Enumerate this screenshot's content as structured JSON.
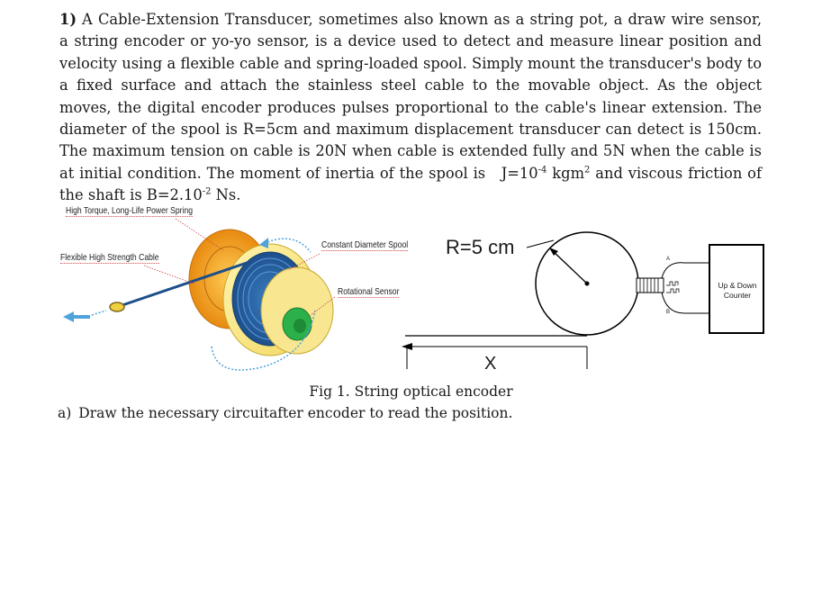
{
  "problem": {
    "number": "1)",
    "s1": "A Cable-Extension Transducer, sometimes also known as a string pot, a draw wire sensor, a string encoder or yo-yo sensor, is a device used to detect and measure linear position and velocity using a flexible cable and spring-loaded spool. Simply mount the transducer's body to a fixed surface and attach the stainless steel cable to the movable object. As the object moves, the digital encoder produces pulses proportional to the cable's linear extension. The diameter of the spool is R=5cm and maximum displacement transducer can detect is 150cm. The maximum tension on cable is 20N when cable is extended fully and 5N when the cable is at initial condition. The moment of inertia of the spool is",
    "s2": "J=10",
    "exp1": "-4",
    "s3": " kgm",
    "exp2": "2",
    "s4": " and viscous friction of the shaft is B=2.10",
    "exp3": "-2",
    "s5": " Ns."
  },
  "figure": {
    "label_spring": "High Torque, Long-Life Power Spring",
    "label_cable": "Flexible High Strength Cable",
    "label_spool": "Constant Diameter Spool",
    "label_sensor": "Rotational Sensor",
    "radius_label": "R=5 cm",
    "displacement_label": "X",
    "channel_a": "A",
    "channel_b": "B",
    "counter_label": "Up & Down Counter",
    "caption": "Fig 1. String optical encoder"
  },
  "question": {
    "letter": "a)",
    "text": "Draw the necessary circuitafter encoder to read the position."
  }
}
